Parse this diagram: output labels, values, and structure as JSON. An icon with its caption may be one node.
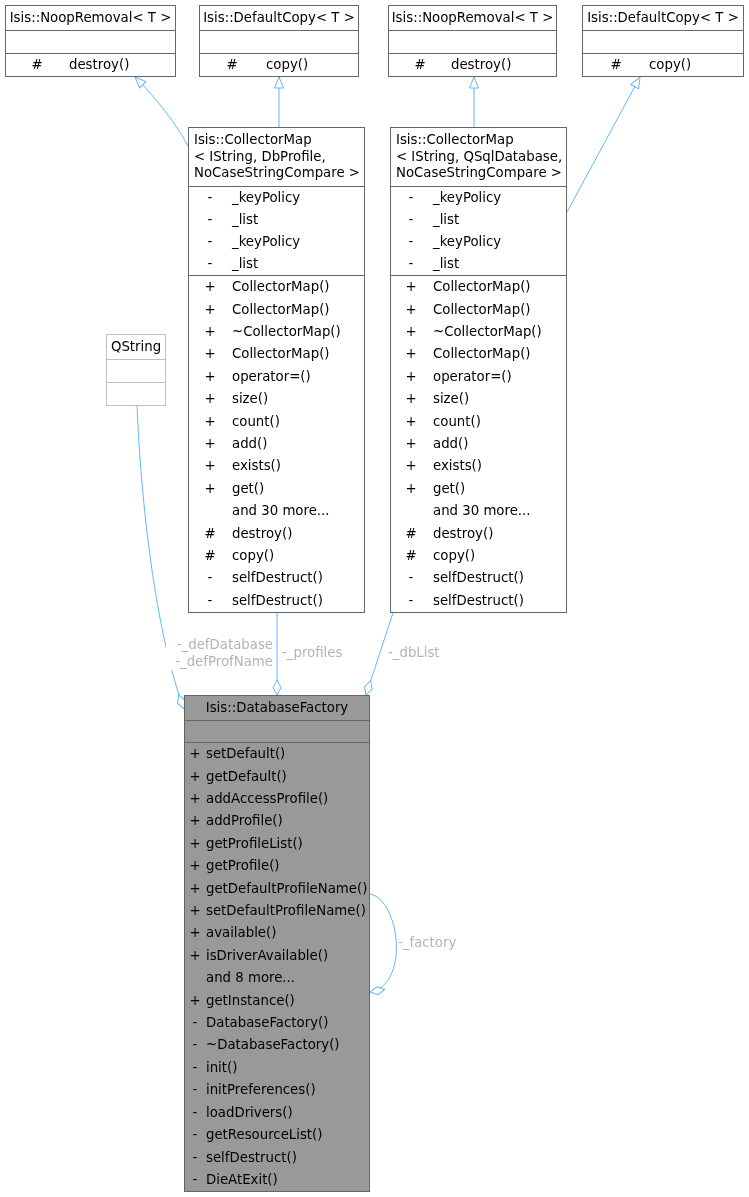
{
  "diagram": {
    "nodes": [
      {
        "text": [
          "Isis::NoopRemoval< T >",
          "#",
          "destroy()"
        ]
      },
      {
        "text": [
          "Isis::DefaultCopy< T >",
          "#",
          "copy()"
        ]
      },
      {
        "text": [
          "Isis::NoopRemoval< T >",
          "#",
          "destroy()"
        ]
      },
      {
        "text": [
          "Isis::DefaultCopy< T >",
          "#",
          "copy()"
        ]
      },
      {
        "text": [
          "Isis::CollectorMap < IString, DbProfile, NoCaseStringCompare >",
          "-",
          "_keyPolicy",
          "-",
          "_list",
          "-",
          "_keyPolicy",
          "-",
          "_list",
          "+",
          "CollectorMap()",
          "+",
          "CollectorMap()",
          "+",
          "~CollectorMap()",
          "+",
          "CollectorMap()",
          "+",
          "operator=()",
          "+",
          "size()",
          "+",
          "count()",
          "+",
          "add()",
          "+",
          "exists()",
          "+",
          "get()",
          "and 30 more...",
          "#",
          "destroy()",
          "#",
          "copy()",
          "-",
          "selfDestruct()",
          "-",
          "selfDestruct()"
        ]
      },
      {
        "text": [
          "Isis::CollectorMap < IString, QSqlDatabase, NoCaseStringCompare >",
          "-",
          "_keyPolicy",
          "-",
          "_list",
          "-",
          "_keyPolicy",
          "-",
          "_list",
          "+",
          "CollectorMap()",
          "+",
          "CollectorMap()",
          "+",
          "~CollectorMap()",
          "+",
          "CollectorMap()",
          "+",
          "operator=()",
          "+",
          "size()",
          "+",
          "count()",
          "+",
          "add()",
          "+",
          "exists()",
          "+",
          "get()",
          "and 30 more...",
          "#",
          "destroy()",
          "#",
          "copy()",
          "-",
          "selfDestruct()",
          "-",
          "selfDestruct()"
        ]
      },
      {
        "text": [
          "QString"
        ]
      },
      {
        "text": [
          "Isis::DatabaseFactory",
          "+",
          "setDefault()",
          "+",
          "getDefault()",
          "+",
          "addAccessProfile()",
          "+",
          "addProfile()",
          "+",
          "getProfileList()",
          "+",
          "getProfile()",
          "+",
          "getDefaultProfileName()",
          "+",
          "setDefaultProfileName()",
          "+",
          "available()",
          "+",
          "isDriverAvailable()",
          "and 8 more...",
          "+",
          "getInstance()",
          "-",
          "DatabaseFactory()",
          "-",
          "~DatabaseFactory()",
          "-",
          "init()",
          "-",
          "initPreferences()",
          "-",
          "loadDrivers()",
          "-",
          "getResourceList()",
          "-",
          "selfDestruct()",
          "-",
          "DieAtExit()"
        ]
      }
    ],
    "edges": [
      {
        "from": 4,
        "to": 0,
        "arrow": "to"
      },
      {
        "from": 4,
        "to": 1,
        "arrow": "to"
      },
      {
        "from": 5,
        "to": 2,
        "arrow": "to"
      },
      {
        "from": 5,
        "to": 3,
        "arrow": "to"
      },
      {
        "from": 6,
        "to": 7,
        "arrow": "other",
        "label": "-_defDatabase -_defProfName"
      },
      {
        "from": 4,
        "to": 7,
        "arrow": "other",
        "label": "-_profiles"
      },
      {
        "from": 5,
        "to": 7,
        "arrow": "other",
        "label": "-_dbList"
      },
      {
        "from": 7,
        "to": 7,
        "arrow": "other",
        "label": "-_factory"
      }
    ]
  }
}
